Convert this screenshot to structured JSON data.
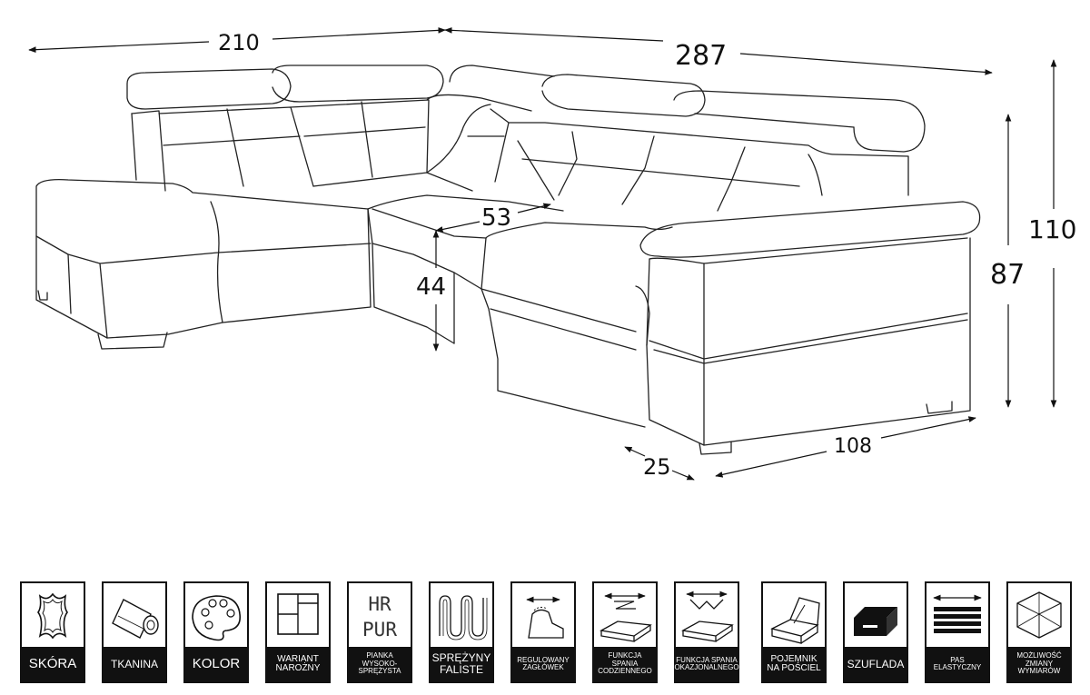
{
  "dimensions": {
    "left_width": "210",
    "right_width": "287",
    "seat_depth": "53",
    "seat_height": "44",
    "armrest_height": "87",
    "total_height": "110",
    "arm_width": "25",
    "right_depth": "108"
  },
  "features": [
    {
      "id": "skora",
      "label": "SKÓRA",
      "icon": "leather-icon"
    },
    {
      "id": "tkanina",
      "label": "TKANINA",
      "icon": "fabric-roll-icon"
    },
    {
      "id": "kolor",
      "label": "KOLOR",
      "icon": "palette-icon"
    },
    {
      "id": "wariant",
      "label": "WARIANT NAROŻNY",
      "icon": "corner-variant-icon"
    },
    {
      "id": "pianka",
      "label": "PIANKA WYSOKO-SPRĘŻYSTA",
      "icon": "foam-icon",
      "badge_top": "HR",
      "badge_bottom": "PUR"
    },
    {
      "id": "sprezyny",
      "label": "SPRĘŻYNY FALISTE",
      "icon": "spring-icon"
    },
    {
      "id": "zaglowek",
      "label": "REGULOWANY ZAGŁÓWEK",
      "icon": "headrest-icon"
    },
    {
      "id": "codzienna",
      "label": "FUNKCJA SPANIA CODZIENNEGO",
      "icon": "daily-sleep-icon"
    },
    {
      "id": "okazjonalna",
      "label": "FUNKCJA SPANIA OKAZJONALNEGO",
      "icon": "occasional-sleep-icon"
    },
    {
      "id": "pojemnik",
      "label": "POJEMNIK NA POŚCIEL",
      "icon": "bedding-container-icon"
    },
    {
      "id": "szuflada",
      "label": "SZUFLADA",
      "icon": "drawer-icon"
    },
    {
      "id": "pas",
      "label": "PAS ELASTYCZNY",
      "icon": "elastic-belt-icon"
    },
    {
      "id": "zmiana",
      "label": "MOŻLIWOŚĆ ZMIANY WYMIARÓW",
      "icon": "resize-cube-icon"
    }
  ]
}
